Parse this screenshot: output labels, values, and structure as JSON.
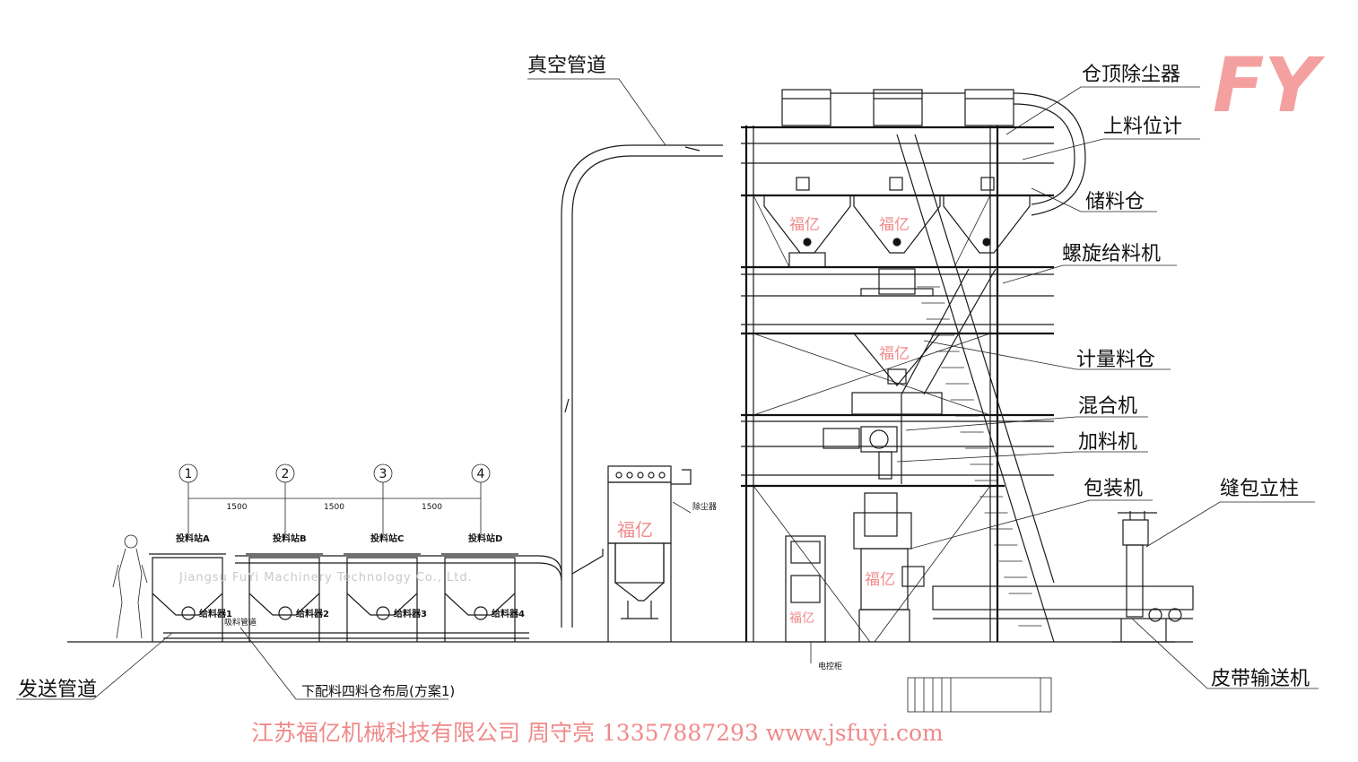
{
  "labels": {
    "vacuum_pipe": "真空管道",
    "bin_top_dust": "仓顶除尘器",
    "level_gauge": "上料位计",
    "storage_bin": "储料仓",
    "screw_feeder": "螺旋给料机",
    "metering_bin": "计量料仓",
    "mixer": "混合机",
    "charger": "加料机",
    "packing_machine": "包装机",
    "sewing_column": "缝包立柱",
    "belt_conveyor": "皮带输送机",
    "send_pipe": "发送管道",
    "layout_note": "下配料四料仓布局(方案1)",
    "dust_collector": "除尘器",
    "control_cabinet": "电控柜",
    "suction_pipe": "吸料管道",
    "company_en": "Jiangsu FuYi Machinery Technology Co., Ltd.",
    "footer": "江苏福亿机械科技有限公司 周守亮 13357887293 www.jsfuyi.com",
    "brand": "FY",
    "wm_text": "福亿"
  },
  "stations": [
    {
      "num": "1",
      "name": "投料站A",
      "feeder": "给料器1"
    },
    {
      "num": "2",
      "name": "投料站B",
      "feeder": "给料器2"
    },
    {
      "num": "3",
      "name": "投料站C",
      "feeder": "给料器3"
    },
    {
      "num": "4",
      "name": "投料站D",
      "feeder": "给料器4"
    }
  ],
  "spacing": [
    "1500",
    "1500",
    "1500"
  ],
  "colors": {
    "line": "#1a1a1a",
    "watermark": "#f08a8a",
    "brand": "#f4a0a0"
  }
}
